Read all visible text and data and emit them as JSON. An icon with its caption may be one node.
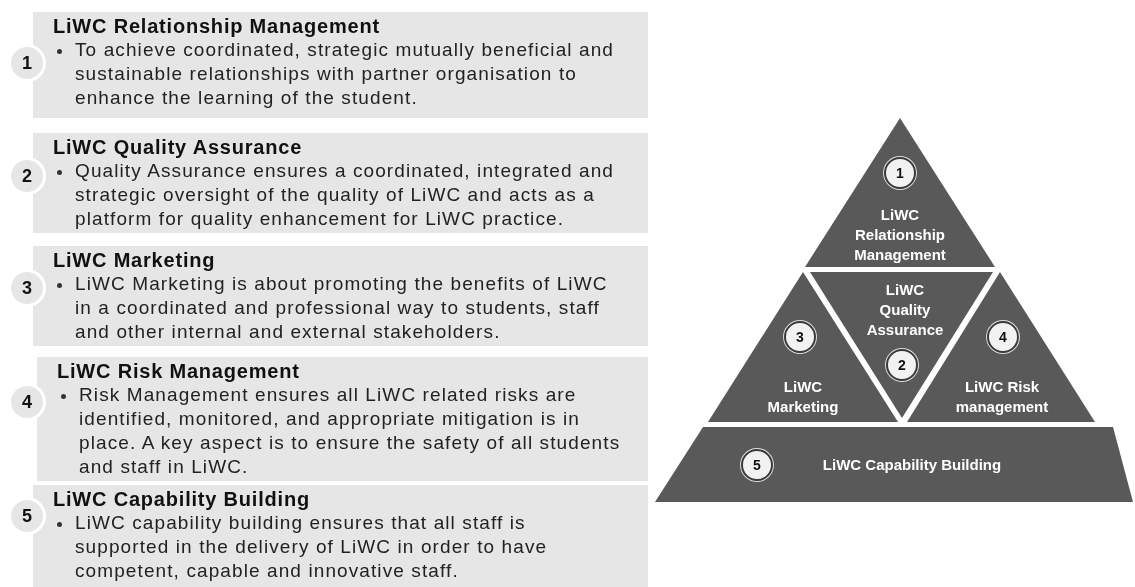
{
  "diagram": {
    "nodes": [
      {
        "text": [
          "LiWC Relationship Management",
          "To achieve coordinated, strategic mutually beneficial and sustainable relationships with partner organisation to enhance the learning of the student."
        ]
      },
      {
        "text": [
          "1"
        ]
      },
      {
        "text": [
          "LiWC Quality Assurance",
          "Quality Assurance ensures a coordinated, integrated and strategic oversight of the quality of LiWC and acts as a platform for quality enhancement for LiWC practice."
        ]
      },
      {
        "text": [
          "2"
        ]
      },
      {
        "text": [
          "LiWC Marketing",
          "LiWC Marketing is about promoting the benefits of LiWC in a coordinated and professional way to students, staff and other internal and external stakeholders."
        ]
      },
      {
        "text": [
          "3"
        ]
      },
      {
        "text": [
          "LiWC Risk Management",
          "Risk Management ensures all LiWC related risks are identified, monitored, and appropriate mitigation is in place. A key aspect is to ensure the safety of all students and staff in LiWC."
        ]
      },
      {
        "text": [
          "4"
        ]
      },
      {
        "text": [
          "LiWC Capability Building",
          "LiWC capability building ensures that all staff is supported in the delivery of LiWC in order to have competent, capable and innovative staff."
        ]
      },
      {
        "text": [
          "5"
        ]
      },
      {
        "text": [
          "LiWC Relationship Management"
        ]
      },
      {
        "text": [
          "1"
        ],
        "in": 10
      },
      {
        "text": [
          "LiWC Quality Assurance"
        ]
      },
      {
        "text": [
          "2"
        ],
        "in": 12
      },
      {
        "text": [
          "LiWC Marketing"
        ]
      },
      {
        "text": [
          "3"
        ],
        "in": 14
      },
      {
        "text": [
          "LiWC Risk management"
        ]
      },
      {
        "text": [
          "4"
        ],
        "in": 16
      },
      {
        "text": [
          "LiWC Capability Building"
        ]
      },
      {
        "text": [
          "5"
        ],
        "in": 18
      }
    ]
  }
}
